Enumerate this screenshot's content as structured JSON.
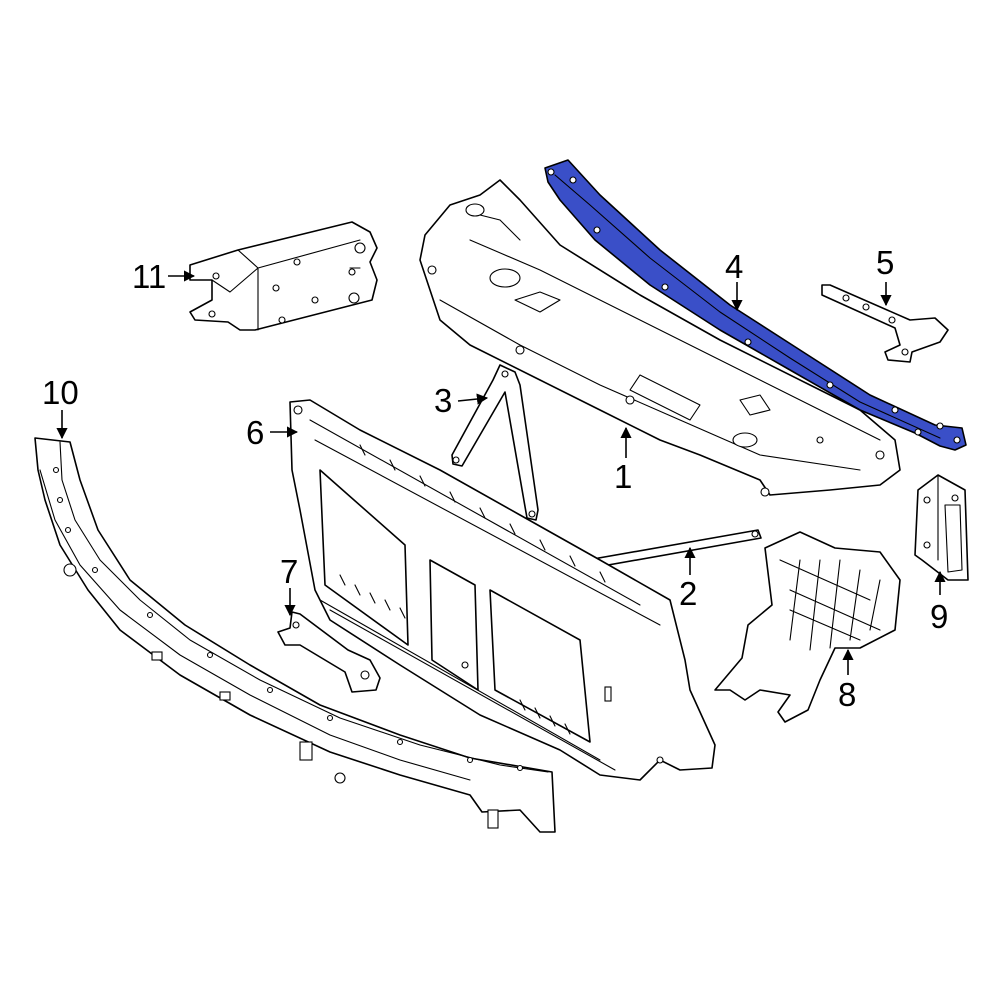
{
  "diagram": {
    "highlight_color": "#3a4fc8",
    "highlighted_part": "4",
    "callouts": {
      "c1": "1",
      "c2": "2",
      "c3": "3",
      "c4": "4",
      "c5": "5",
      "c6": "6",
      "c7": "7",
      "c8": "8",
      "c9": "9",
      "c10": "10",
      "c11": "11"
    }
  }
}
